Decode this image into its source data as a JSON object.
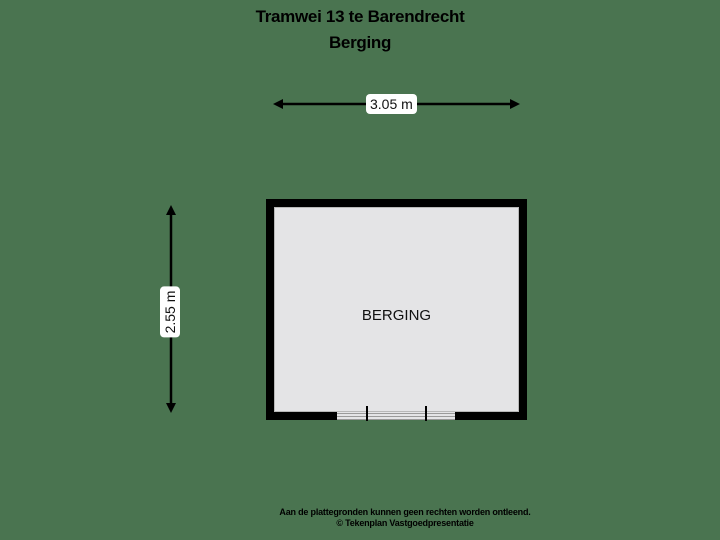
{
  "header": {
    "title": "Tramwei 13 te Barendrecht",
    "subtitle": "Berging"
  },
  "dimensions": {
    "width_label": "3.05 m",
    "height_label": "2.55 m"
  },
  "rooms": [
    {
      "label": "BERGING"
    }
  ],
  "colors": {
    "background": "#4a7450",
    "wall": "#000000",
    "floor": "#e4e4e6"
  },
  "footer": {
    "disclaimer": "Aan de plattegronden kunnen geen rechten worden ontleend.",
    "copyright": "© Tekenplan Vastgoedpresentatie"
  }
}
